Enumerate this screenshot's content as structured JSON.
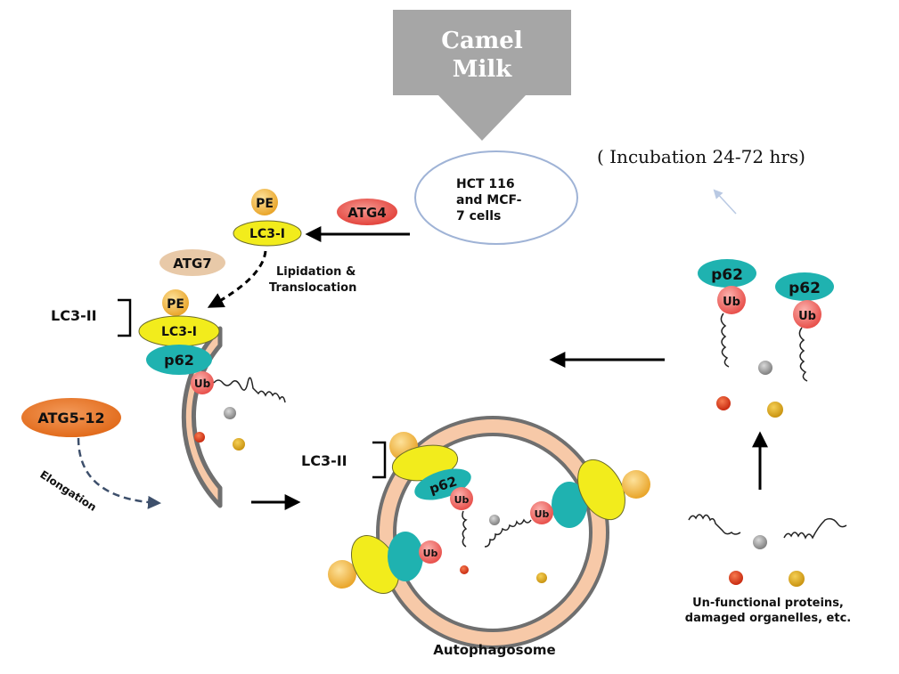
{
  "source": {
    "line1": "Camel",
    "line2": "Milk"
  },
  "incubation": "( Incubation 24-72 hrs)",
  "cells": {
    "line1": "HCT 116",
    "line2": "and MCF-",
    "line3": "7 cells"
  },
  "labels": {
    "atg4": "ATG4",
    "atg7": "ATG7",
    "atg5_12": "ATG5-12",
    "pe": "PE",
    "lc3_i": "LC3-I",
    "lc3_ii": "LC3-II",
    "p62": "p62",
    "ub": "Ub",
    "lipidation_1": "Lipidation &",
    "lipidation_2": "Translocation",
    "elongation": "Elongation",
    "autophagosome": "Autophagosome",
    "unfunctional_1": "Un-functional proteins,",
    "unfunctional_2": "damaged organelles, etc."
  },
  "colors": {
    "arrow_gray": "#a6a6a6",
    "lc3_yellow": "#f2ec1c",
    "pe_orange": "#f2b233",
    "p62_teal": "#1fb2b0",
    "ub_red": "#f0625f",
    "atg4_red": "#e9463f",
    "atg7_tan": "#e8c9a8",
    "atg5_orange": "#ec7b2c",
    "membrane": "#f7c9a8"
  }
}
